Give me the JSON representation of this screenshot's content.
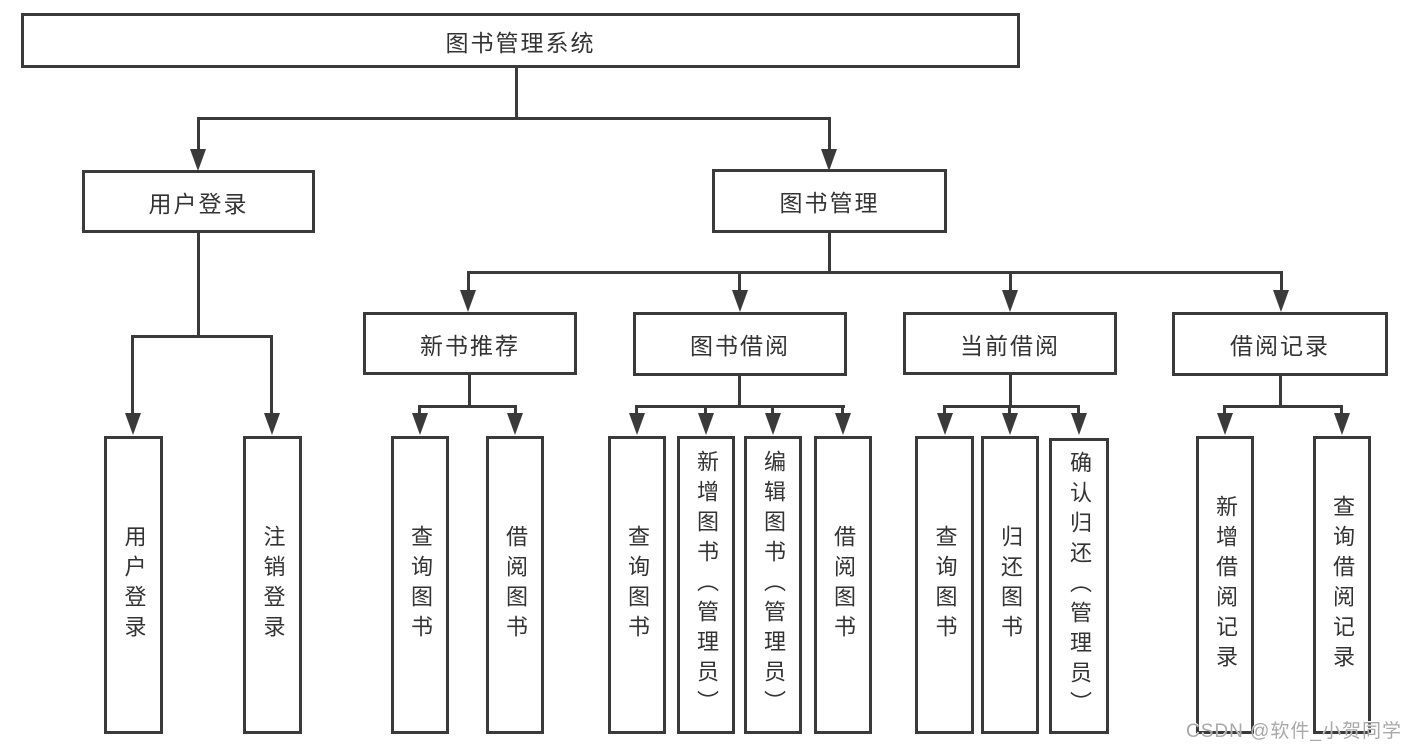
{
  "diagram_title": "图书管理系统",
  "tree": {
    "label": "图书管理系统",
    "children": [
      {
        "label": "用户登录",
        "children": [
          {
            "label": "用户登录"
          },
          {
            "label": "注销登录"
          }
        ]
      },
      {
        "label": "图书管理",
        "children": [
          {
            "label": "新书推荐",
            "children": [
              {
                "label": "查询图书"
              },
              {
                "label": "借阅图书"
              }
            ]
          },
          {
            "label": "图书借阅",
            "children": [
              {
                "label": "查询图书"
              },
              {
                "label": "新增图书（管理员）"
              },
              {
                "label": "编辑图书（管理员）"
              },
              {
                "label": "借阅图书"
              }
            ]
          },
          {
            "label": "当前借阅",
            "children": [
              {
                "label": "查询图书"
              },
              {
                "label": "归还图书"
              },
              {
                "label": "确认归还（管理员）"
              }
            ]
          },
          {
            "label": "借阅记录",
            "children": [
              {
                "label": "新增借阅记录"
              },
              {
                "label": "查询借阅记录"
              }
            ]
          }
        ]
      }
    ]
  },
  "watermark": {
    "text": "CSDN @软件_小贺同学",
    "color": "#a9a9a9"
  },
  "colors": {
    "line": "#3a3a3a",
    "text": "#333333",
    "background": "#ffffff"
  }
}
